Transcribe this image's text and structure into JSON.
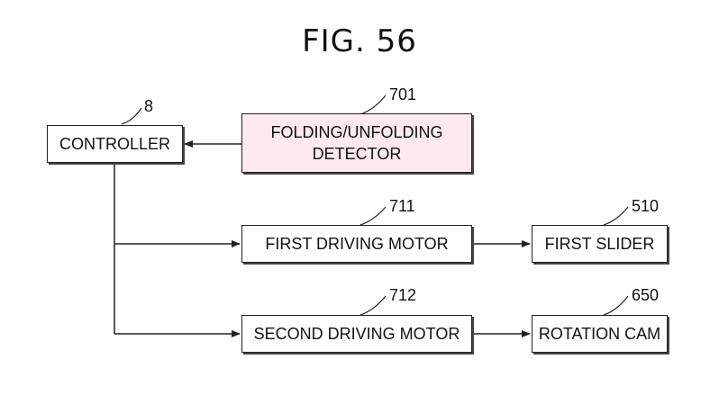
{
  "title": "FIG. 56",
  "blocks": {
    "controller": {
      "label": "CONTROLLER",
      "ref": "8"
    },
    "detector": {
      "label": "FOLDING/UNFOLDING\nDETECTOR",
      "ref": "701"
    },
    "motor1": {
      "label": "FIRST DRIVING MOTOR",
      "ref": "711"
    },
    "slider": {
      "label": "FIRST SLIDER",
      "ref": "510"
    },
    "motor2": {
      "label": "SECOND DRIVING MOTOR",
      "ref": "712"
    },
    "cam": {
      "label": "ROTATION CAM",
      "ref": "650"
    }
  },
  "colors": {
    "detector_fill": "#fde9ef",
    "line": "#222222"
  }
}
